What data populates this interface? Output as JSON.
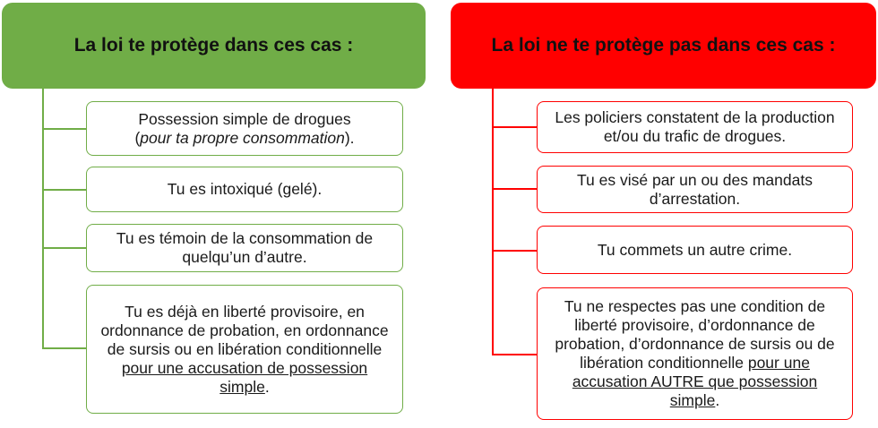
{
  "colors": {
    "green": "#70ad47",
    "red": "#ff0000"
  },
  "left": {
    "title": "La loi te protège dans ces cas :",
    "items": [
      {
        "parts": [
          {
            "text": "Possession simple de drogues",
            "style": "normal"
          },
          {
            "text": "(",
            "style": "normal",
            "newline": true
          },
          {
            "text": "pour ta propre consommation",
            "style": "italic"
          },
          {
            "text": ").",
            "style": "normal"
          }
        ]
      },
      {
        "parts": [
          {
            "text": "Tu es intoxiqué (gelé).",
            "style": "normal"
          }
        ]
      },
      {
        "parts": [
          {
            "text": "Tu es témoin de la consommation de quelqu’un d’autre.",
            "style": "normal"
          }
        ]
      },
      {
        "parts": [
          {
            "text": "Tu es déjà en liberté provisoire, en ordonnance de probation, en ordonnance de sursis ou en libération conditionnelle ",
            "style": "normal"
          },
          {
            "text": "pour une accusation de possession simple",
            "style": "underline"
          },
          {
            "text": ".",
            "style": "normal"
          }
        ]
      }
    ]
  },
  "right": {
    "title": "La loi ne te protège pas dans ces cas :",
    "items": [
      {
        "parts": [
          {
            "text": "Les policiers constatent de la production et/ou du trafic de drogues.",
            "style": "normal"
          }
        ]
      },
      {
        "parts": [
          {
            "text": "Tu es visé par un ou des mandats d’arrestation.",
            "style": "normal"
          }
        ]
      },
      {
        "parts": [
          {
            "text": "Tu commets un autre crime.",
            "style": "normal"
          }
        ]
      },
      {
        "parts": [
          {
            "text": "Tu ne respectes pas une condition de liberté provisoire, d’ordonnance de probation, d’ordonnance de sursis ou de libération conditionnelle ",
            "style": "normal"
          },
          {
            "text": "pour une accusation AUTRE que possession simple",
            "style": "underline"
          },
          {
            "text": ".",
            "style": "normal"
          }
        ]
      }
    ]
  }
}
